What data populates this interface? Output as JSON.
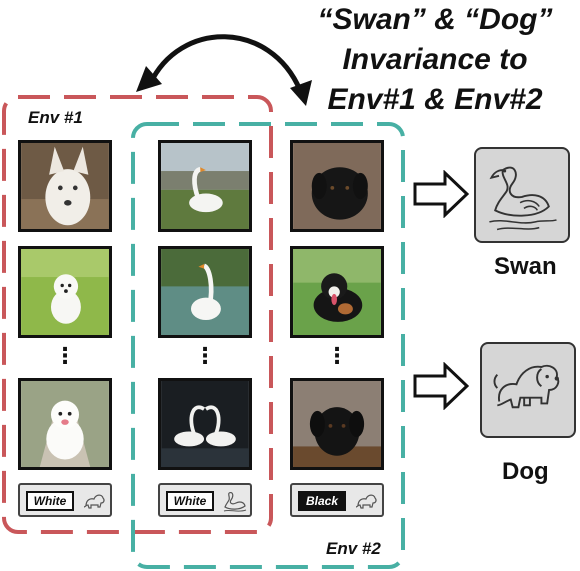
{
  "title_lines": [
    "“Swan” & “Dog”",
    "Invariance to",
    "Env#1 & Env#2"
  ],
  "env1": {
    "label": "Env #1",
    "color": "#c9575a"
  },
  "env2": {
    "label": "Env #2",
    "color": "#48b0a4"
  },
  "columns": [
    {
      "attribute": "White",
      "attribute_style": "light",
      "icon": "dog-outline-icon"
    },
    {
      "attribute": "White",
      "attribute_style": "light",
      "icon": "swan-outline-icon"
    },
    {
      "attribute": "Black",
      "attribute_style": "dark",
      "icon": "dog-outline-icon"
    }
  ],
  "ellipsis": "⋮",
  "classes": [
    {
      "label": "Swan",
      "icon": "swan-outline-icon"
    },
    {
      "label": "Dog",
      "icon": "dog-outline-icon"
    }
  ]
}
